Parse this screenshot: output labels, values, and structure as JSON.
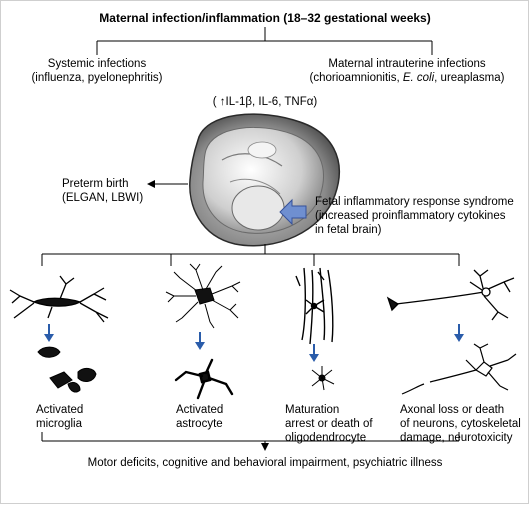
{
  "title": "Maternal infection/inflammation (18–32 gestational weeks)",
  "systemic": {
    "line1": "Systemic infections",
    "line2": "(influenza, pyelonephritis)"
  },
  "intrauterine": {
    "line1": "Maternal intrauterine infections",
    "line2_pre": "(chorioamnionitis, ",
    "line2_italic": "E. coli",
    "line2_post": ", ureaplasma)"
  },
  "cytokines": "( ↑IL-1β, IL-6, TNFα)",
  "preterm": {
    "line1": "Preterm birth",
    "line2": "(ELGAN, LBWI)"
  },
  "firs": {
    "line1": "Fetal inflammatory response syndrome",
    "line2": "(increased proinflammatory cytokines",
    "line3": "in fetal brain)"
  },
  "outcomes": [
    {
      "lines": [
        "Activated",
        "microglia"
      ]
    },
    {
      "lines": [
        "Activated",
        "astrocyte"
      ]
    },
    {
      "lines": [
        "Maturation",
        "arrest or death of",
        "oligodendrocyte"
      ]
    },
    {
      "lines": [
        "Axonal loss or death",
        "of neurons, cytoskeletal",
        "damage, neurotoxicity"
      ]
    }
  ],
  "final": "Motor deficits, cognitive and behavioral impairment, psychiatric illness",
  "colors": {
    "blue_arrow": "#2a5caa",
    "fetus_arrow": "#6f8fd0",
    "line": "#000000"
  }
}
